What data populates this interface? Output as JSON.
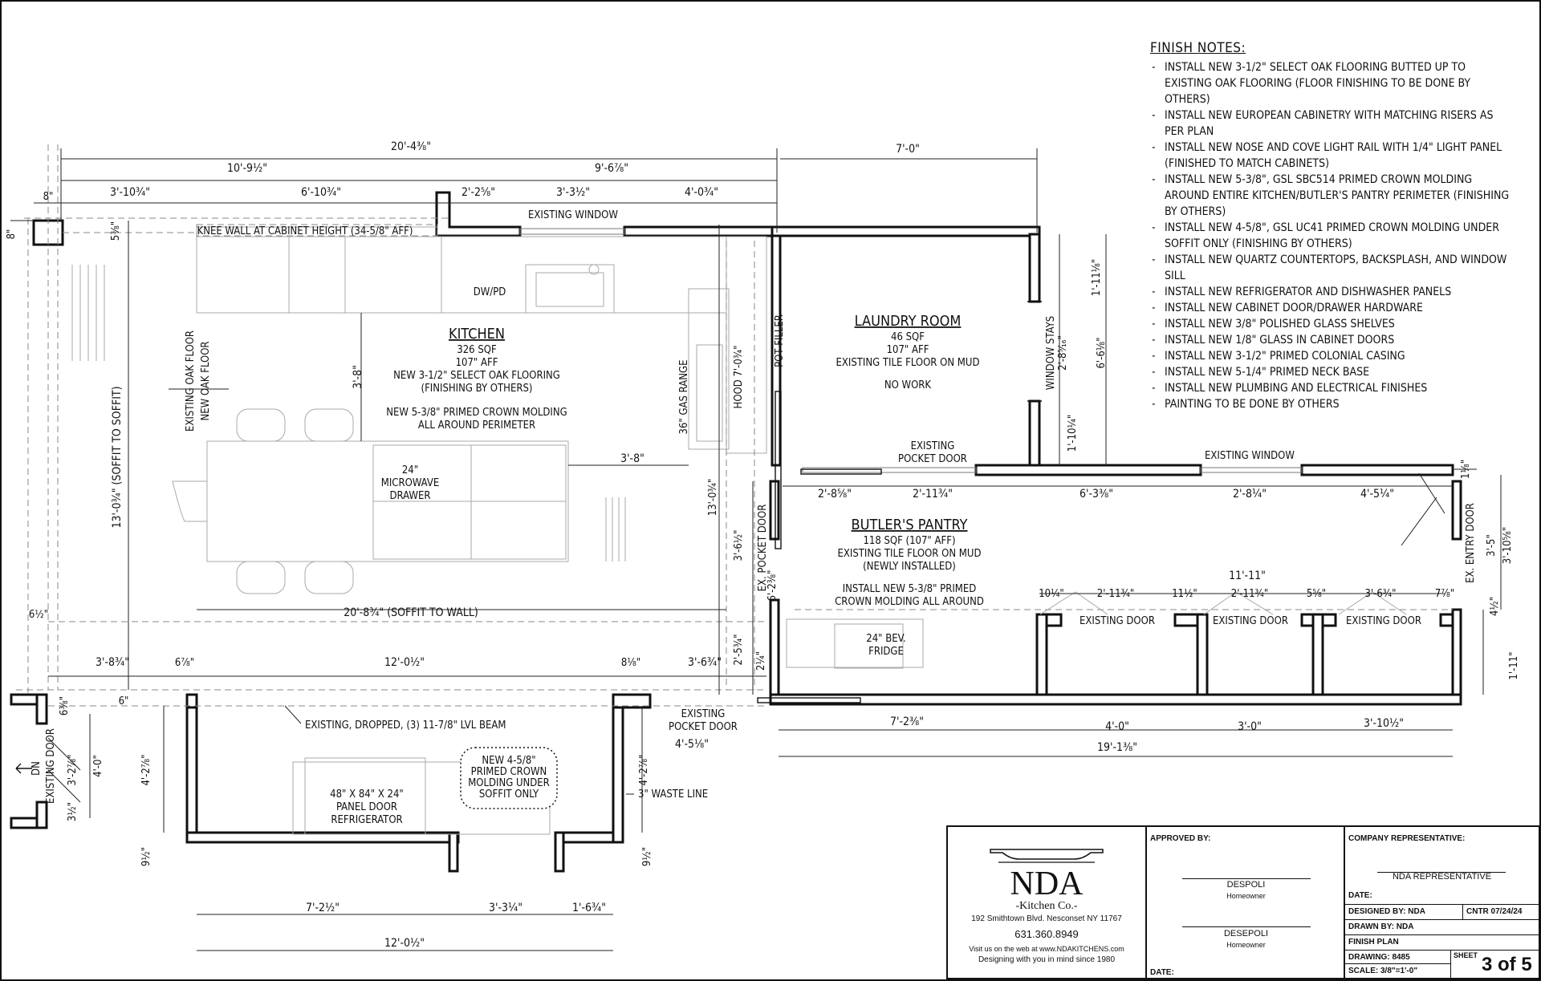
{
  "finish_notes": {
    "title": "FINISH NOTES:",
    "items": [
      "INSTALL NEW 3-1/2\" SELECT OAK FLOORING BUTTED UP TO EXISTING OAK FLOORING (FLOOR FINISHING TO BE DONE BY OTHERS)",
      "INSTALL NEW EUROPEAN CABINETRY WITH MATCHING RISERS AS PER PLAN",
      "INSTALL NEW NOSE AND COVE LIGHT RAIL WITH 1/4\" LIGHT PANEL (FINISHED TO MATCH CABINETS)",
      "INSTALL NEW 5-3/8\", GSL SBC514 PRIMED CROWN MOLDING AROUND ENTIRE KITCHEN/BUTLER'S PANTRY PERIMETER (FINISHING BY OTHERS)",
      "INSTALL NEW 4-5/8\", GSL UC41 PRIMED CROWN MOLDING UNDER SOFFIT ONLY (FINISHING BY OTHERS)",
      "INSTALL NEW QUARTZ COUNTERTOPS, BACKSPLASH, AND WINDOW SILL",
      "INSTALL NEW REFRIGERATOR AND DISHWASHER PANELS",
      "INSTALL NEW CABINET DOOR/DRAWER HARDWARE",
      "INSTALL NEW 3/8\" POLISHED GLASS SHELVES",
      "INSTALL NEW 1/8\" GLASS IN CABINET DOORS",
      "INSTALL NEW 3-1/2\" PRIMED COLONIAL CASING",
      "INSTALL NEW 5-1/4\" PRIMED NECK BASE",
      "INSTALL NEW PLUMBING AND ELECTRICAL FINISHES",
      "PAINTING TO BE DONE BY OTHERS"
    ]
  },
  "rooms": {
    "kitchen": {
      "name": "KITCHEN",
      "lines": [
        "326 SQF",
        "107\" AFF",
        "NEW 3-1/2\" SELECT OAK FLOORING",
        "(FINISHING BY OTHERS)",
        "NEW 5-3/8\" PRIMED CROWN MOLDING",
        "ALL AROUND PERIMETER"
      ]
    },
    "laundry": {
      "name": "LAUNDRY ROOM",
      "lines": [
        "46 SQF",
        "107\" AFF",
        "EXISTING TILE FLOOR ON MUD",
        "NO WORK"
      ]
    },
    "pantry": {
      "name": "BUTLER'S PANTRY",
      "lines": [
        "118 SQF (107\" AFF)",
        "EXISTING TILE FLOOR ON MUD",
        "(NEWLY INSTALLED)",
        "INSTALL NEW 5-3/8\" PRIMED",
        "CROWN MOLDING ALL AROUND"
      ]
    }
  },
  "labels": {
    "existing_window_top": "EXISTING WINDOW",
    "knee_wall": "KNEE WALL AT CABINET HEIGHT (34-5/8\" AFF)",
    "dwpd": "DW/PD",
    "existing_oak": "EXISTING OAK FLOOR",
    "new_oak": "NEW OAK FLOOR",
    "soffit_to_soffit": "13'-0¾\" (SOFFIT TO SOFFIT)",
    "soffit_to_wall": "20'-8¾\" (SOFFIT TO WALL)",
    "microwave": [
      "24\"",
      "MICROWAVE",
      "DRAWER"
    ],
    "gas_range": "36\" GAS RANGE",
    "hood": "HOOD 7'-0¾\"",
    "pot_filler": "POT FILLER",
    "window_stays": "WINDOW STAYS",
    "existing_pocket_door_1": [
      "EXISTING",
      "POCKET DOOR"
    ],
    "existing_window_pantry": "EXISTING WINDOW",
    "ex_pocket_door": "EX. POCKET DOOR",
    "ex_entry_door": "EX. ENTRY DOOR",
    "existing_door": "EXISTING DOOR",
    "bev_fridge": [
      "24\" BEV.",
      "FRIDGE"
    ],
    "existing_pocket_door_2": [
      "EXISTING",
      "POCKET DOOR"
    ],
    "lvl_beam": "EXISTING, DROPPED, (3) 11-7/8\" LVL BEAM",
    "crown_note": [
      "NEW 4-5/8\"",
      "PRIMED CROWN",
      "MOLDING UNDER",
      "SOFFIT ONLY"
    ],
    "refrigerator": [
      "48\" X 84\" X 24\"",
      "PANEL DOOR",
      "REFRIGERATOR"
    ],
    "waste_line": "3\" WASTE LINE",
    "existing_door_side": "EXISTING DOOR",
    "dn": "DN"
  },
  "dims": {
    "d_20_4": "20'-4⅜\"",
    "d_10_9": "10'-9½\"",
    "d_9_6": "9'-6⅞\"",
    "d_7_0": "7'-0\"",
    "d_8": "8\"",
    "d_3_10": "3'-10¾\"",
    "d_6_10": "6'-10¾\"",
    "d_2_2": "2'-2⅝\"",
    "d_3_3": "3'-3½\"",
    "d_4_0": "4'-0¾\"",
    "d_8v": "8\"",
    "d_5_8": "5⅜\"",
    "d_3_8": "3'-8\"",
    "d_3_8b": "3'-8\"",
    "d_1_11": "1'-11⅛\"",
    "d_2_8": "2'-8⁵⁄₁₆\"",
    "d_6_6": "6'-6⅛\"",
    "d_1_10": "1'-10¼\"",
    "d_13_0": "13'-0¾\"",
    "d_3_6": "3'-6½\"",
    "d_6_2": "6'-2⅜\"",
    "d_2_8b": "2'-8⅝\"",
    "d_2_11": "2'-11¾\"",
    "d_6_3": "6'-3⅜\"",
    "d_2_8c": "2'-8¼\"",
    "d_4_5": "4'-5¼\"",
    "d_1_8": "1⅛\"",
    "d_3_5": "3'-5\"",
    "d_3_10b": "3'-10⅝\"",
    "d_11_11": "11'-11\"",
    "d_10q": "10¼\"",
    "d_2_11b": "2'-11¾\"",
    "d_11h": "11½\"",
    "d_2_11c": "2'-11¾\"",
    "d_5_8b": "5⅝\"",
    "d_3_6b": "3'-6¾\"",
    "d_7_8": "7⅞\"",
    "d_4_2": "4½\"",
    "d_1_11b": "1'-11\"",
    "d_6_half": "6½\"",
    "d_3_8c": "3'-8¾\"",
    "d_6_7": "6⅞\"",
    "d_12_0": "12'-0½\"",
    "d_8_1": "8⅛\"",
    "d_3_6c": "3'-6¾\"",
    "d_2_5": "2'-5¾\"",
    "d_2_1": "2¼\"",
    "d_6v": "6\"",
    "d_6_3b": "6⅜\"",
    "d_4_0b": "4'-0\"",
    "d_3_2": "3'-2⅞\"",
    "d_3_half": "3½\"",
    "d_4_2b": "4'-2⅞\"",
    "d_4_2c": "4'-2⅞\"",
    "d_9_half": "9½\"",
    "d_9_half2": "9½\"",
    "d_4_5b": "4'-5⅛\"",
    "d_7_2": "7'-2⅜\"",
    "d_4_0c": "4'-0\"",
    "d_3_0": "3'-0\"",
    "d_3_10c": "3'-10½\"",
    "d_19_1": "19'-1⅜\"",
    "d_7_2b": "7'-2½\"",
    "d_3_3b": "3'-3¼\"",
    "d_1_6": "1'-6¾\"",
    "d_12_0b": "12'-0½\""
  },
  "title_block": {
    "company": "NDA",
    "company_sub": "-Kitchen Co.-",
    "address": "192 Smithtown Blvd. Nesconset NY 11767",
    "phone": "631.360.8949",
    "web": "Visit us on the web at  www.NDAKITCHENS.com",
    "tagline": "Designing with you in mind since 1980",
    "approved_by_label": "APPROVED BY:",
    "approver_1": "DESPOLI",
    "approver_1_role": "Homeowner",
    "approver_2": "DESEPOLI",
    "approver_2_role": "Homeowner",
    "date_label": "DATE:",
    "company_rep_label": "COMPANY REPRESENTATIVE:",
    "company_rep": "NDA REPRESENTATIVE",
    "rep_date_label": "DATE:",
    "designed_by": "DESIGNED BY:  NDA",
    "cntr": "CNTR  07/24/24",
    "drawn_by": "DRAWN BY:  NDA",
    "plan": "FINISH  PLAN",
    "drawing": "DRAWING:  8485",
    "scale": "SCALE:  3/8\"=1'-0\"",
    "sheet_label": "SHEET",
    "sheet": "3 of 5"
  }
}
